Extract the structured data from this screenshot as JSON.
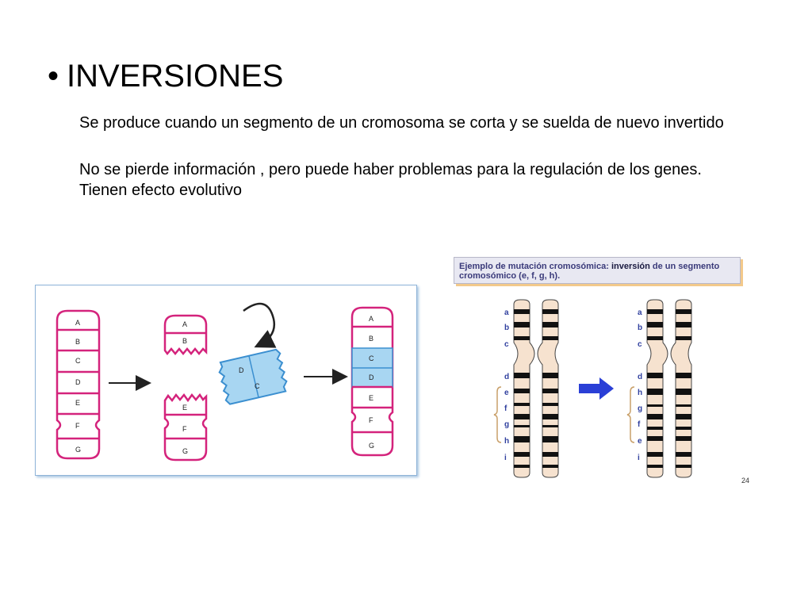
{
  "slide": {
    "bullet": "•",
    "title": "INVERSIONES",
    "paragraph1": "Se produce cuando un segmento de un cromosoma se corta y se suelda de nuevo invertido",
    "paragraph2": "No se pierde información , pero  puede haber  problemas para la regulación de los genes. Tienen efecto evolutivo",
    "page_number": "24"
  },
  "left_diagram": {
    "colors": {
      "outline": "#d4237c",
      "inverted_fill": "#a8d6f2",
      "inverted_outline": "#3b8fd0",
      "arrow": "#222222"
    },
    "original_chromosome": [
      "A",
      "B",
      "C",
      "D",
      "E",
      "F",
      "G"
    ],
    "fragment_top": [
      "A",
      "B"
    ],
    "fragment_middle": [
      "D",
      "C"
    ],
    "fragment_bottom": [
      "E",
      "F",
      "G"
    ],
    "result_chromosome": [
      "A",
      "B",
      "C",
      "D",
      "E",
      "F",
      "G"
    ]
  },
  "right_diagram": {
    "caption_part1": "Ejemplo de mutación cromosómica: ",
    "caption_bold": "inversión",
    "caption_part2": " de un segmento cromosómico (e, f, g, h).",
    "colors": {
      "label": "#2f3f9e",
      "arrow": "#2a3fd6",
      "chromosome_fill": "#f6e2cf"
    },
    "labels_before": [
      "a",
      "b",
      "c",
      "d",
      "e",
      "f",
      "g",
      "h",
      "i"
    ],
    "labels_after": [
      "a",
      "b",
      "c",
      "d",
      "h",
      "g",
      "f",
      "e",
      "i"
    ]
  }
}
